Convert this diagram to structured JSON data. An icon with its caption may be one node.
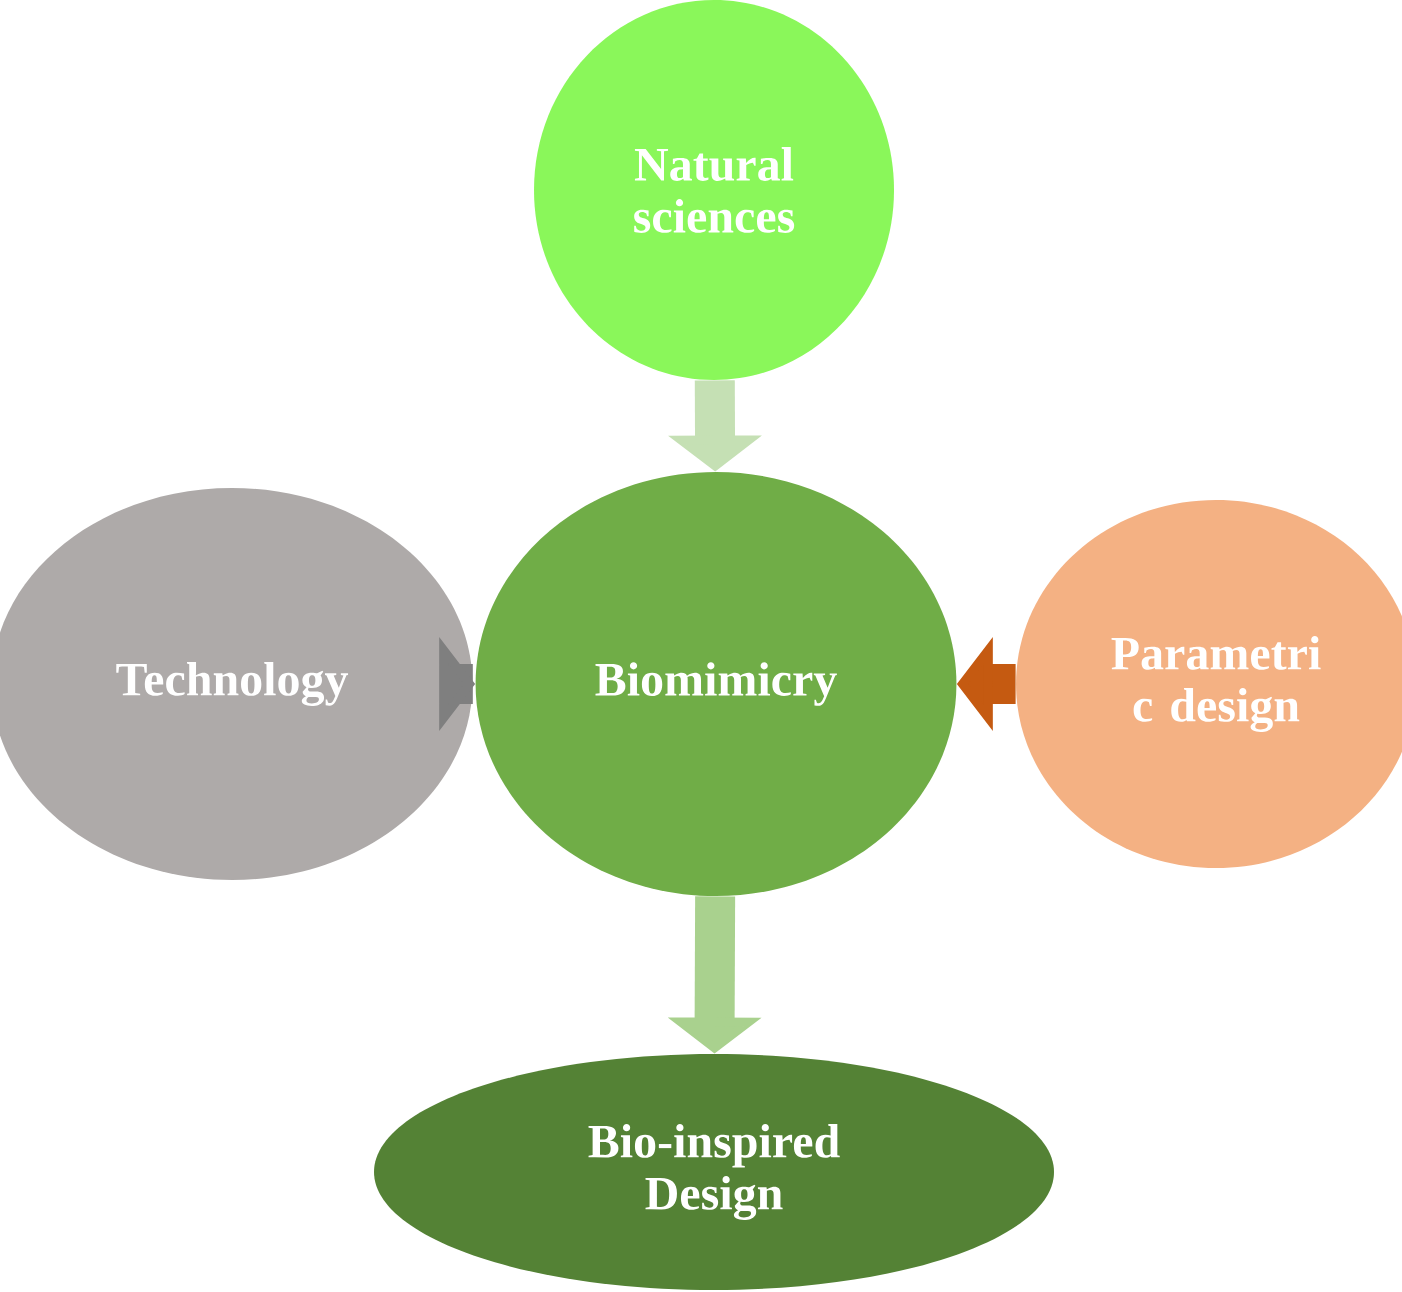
{
  "diagram": {
    "nodes": [
      {
        "text": [
          "Natural sciences"
        ]
      },
      {
        "text": [
          "Technology"
        ]
      },
      {
        "text": [
          "Biomimicry"
        ]
      },
      {
        "text": [
          "Parametri c design"
        ]
      },
      {
        "text": [
          "Bio-inspired Design"
        ]
      }
    ],
    "edges": [
      {
        "from": 0,
        "to": 2,
        "arrow": "to",
        "color": "#c5e0b4"
      },
      {
        "from": 1,
        "to": 2,
        "arrow": "to",
        "color": "#7f7f7f"
      },
      {
        "from": 3,
        "to": 2,
        "arrow": "to",
        "color": "#c55a11"
      },
      {
        "from": 2,
        "to": 4,
        "arrow": "to",
        "color": "#a9d18e"
      }
    ]
  }
}
